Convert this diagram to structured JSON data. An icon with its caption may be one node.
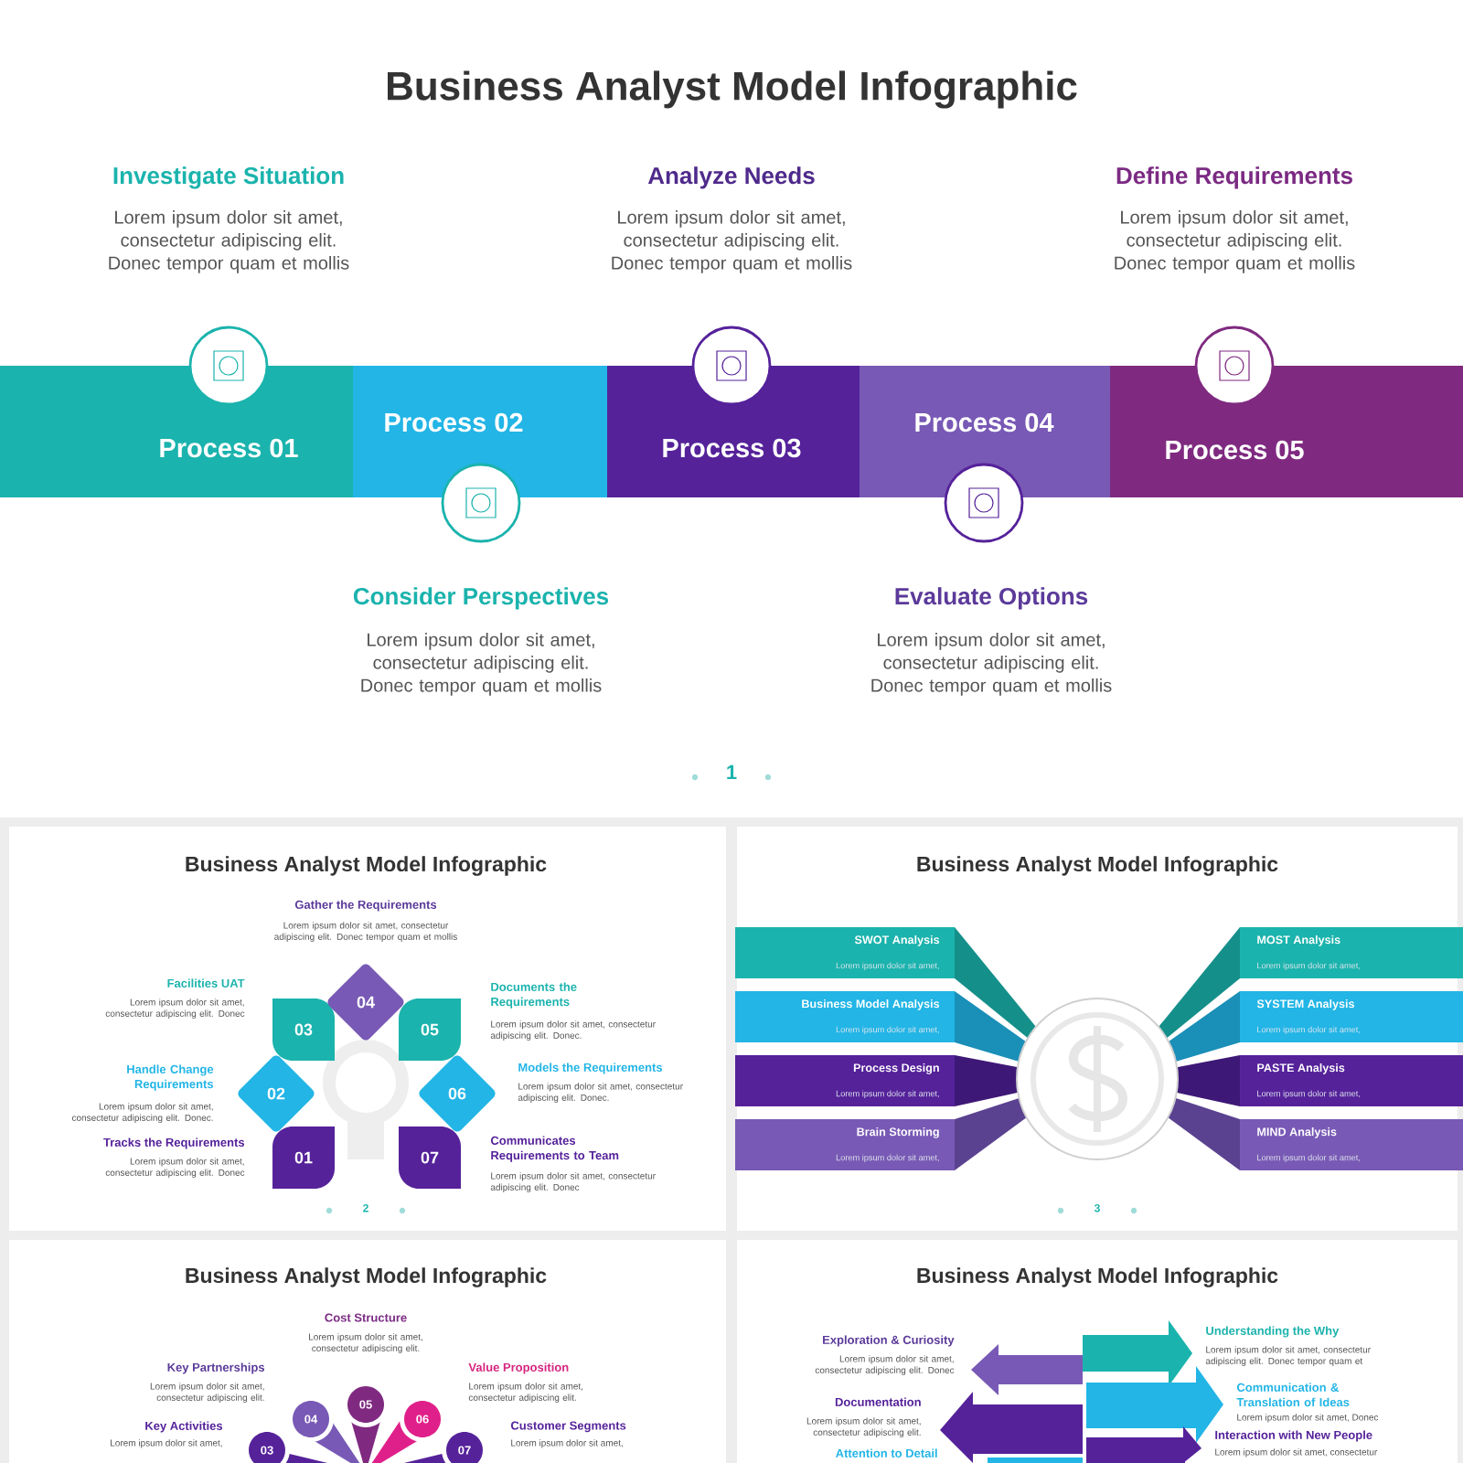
{
  "diagram": {
    "title": "Business Analyst Model Infographic",
    "nodes": [
      {
        "text": [
          "Process 01"
        ]
      },
      {
        "text": [
          "Process 02"
        ]
      },
      {
        "text": [
          "Process 03"
        ]
      },
      {
        "text": [
          "Process 04"
        ]
      },
      {
        "text": [
          "Process 05"
        ]
      },
      {
        "text": [
          "01"
        ]
      },
      {
        "text": [
          "02"
        ]
      },
      {
        "text": [
          "03"
        ]
      },
      {
        "text": [
          "04"
        ]
      },
      {
        "text": [
          "05"
        ]
      },
      {
        "text": [
          "06"
        ]
      },
      {
        "text": [
          "07"
        ]
      },
      {
        "text": [
          "SWOT Analysis",
          "Lorem ipsum dolor sit amet,"
        ]
      },
      {
        "text": [
          "Business Model Analysis",
          "Lorem ipsum dolor sit amet,"
        ]
      },
      {
        "text": [
          "Process Design",
          "Lorem ipsum dolor sit amet,"
        ]
      },
      {
        "text": [
          "Brain Storming",
          "Lorem ipsum dolor sit amet,"
        ]
      },
      {
        "text": [
          "MOST Analysis",
          "Lorem ipsum dolor sit amet,"
        ]
      },
      {
        "text": [
          "SYSTEM Analysis",
          "Lorem ipsum dolor sit amet,"
        ]
      },
      {
        "text": [
          "PASTE Analysis",
          "Lorem ipsum dolor sit amet,"
        ]
      },
      {
        "text": [
          "MIND Analysis",
          "Lorem ipsum dolor sit amet,"
        ]
      },
      {
        "text": [
          "03"
        ]
      },
      {
        "text": [
          "04"
        ]
      },
      {
        "text": [
          "05"
        ]
      },
      {
        "text": [
          "06"
        ]
      },
      {
        "text": [
          "07"
        ]
      }
    ],
    "labels": [
      "Investigate Situation",
      "Lorem ipsum dolor sit amet, consectetur adipiscing elit. Donec tempor quam et mollis",
      "Analyze Needs",
      "Lorem ipsum dolor sit amet, consectetur adipiscing elit. Donec tempor quam et mollis",
      "Define Requirements",
      "Lorem ipsum dolor sit amet, consectetur adipiscing elit. Donec tempor quam et mollis",
      "Consider Perspectives",
      "Lorem ipsum dolor sit amet, consectetur adipiscing elit. Donec tempor quam et mollis",
      "Evaluate Options",
      "Lorem ipsum dolor sit amet, consectetur adipiscing elit. Donec tempor quam et mollis",
      "1",
      "Business Analyst Model Infographic",
      "Gather the Requirements",
      "Lorem ipsum dolor sit amet, consectetur adipiscing elit. Donec tempor quam et mollis",
      "Facilities UAT",
      "Lorem ipsum dolor sit amet, consectetur adipiscing elit. Donec",
      "Handle Change Requirements",
      "Lorem ipsum dolor sit amet, consectetur adipiscing elit. Donec.",
      "Tracks the Requirements",
      "Lorem ipsum dolor sit amet, consectetur adipiscing elit. Donec",
      "Documents the Requirements",
      "Lorem ipsum dolor sit amet, consectetur adipiscing elit. Donec.",
      "Models the Requirements",
      "Lorem ipsum dolor sit amet, consectetur adipiscing elit. Donec.",
      "Communicates Requirements to Team",
      "Lorem ipsum dolor sit amet, consectetur adipiscing elit. Donec",
      "2",
      "Business Analyst Model Infographic",
      "3",
      "Business Analyst Model Infographic",
      "Cost Structure",
      "Lorem ipsum dolor sit amet, consectetur adipiscing elit.",
      "Key Partnerships",
      "Lorem ipsum dolor sit amet, consectetur adipiscing elit.",
      "Value Proposition",
      "Lorem ipsum dolor sit amet, consectetur adipiscing elit.",
      "Key Activities",
      "Lorem ipsum dolor sit amet,",
      "Customer Segments",
      "Lorem ipsum dolor sit amet,",
      "Business Analyst Model Infographic",
      "Exploration & Curiosity",
      "Lorem ipsum dolor sit amet, consectetur adipiscing elit. Donec",
      "Documentation",
      "Lorem ipsum dolor sit amet, consectetur adipiscing elit.",
      "Attention to Detail",
      "Understanding the Why",
      "Lorem ipsum dolor sit amet, consectetur adipiscing elit. Donec tempor quam et",
      "Communication & Translation of Ideas",
      "Lorem ipsum dolor sit amet, Donec",
      "Interaction with New People",
      "Lorem ipsum dolor sit amet, consectetur"
    ]
  }
}
